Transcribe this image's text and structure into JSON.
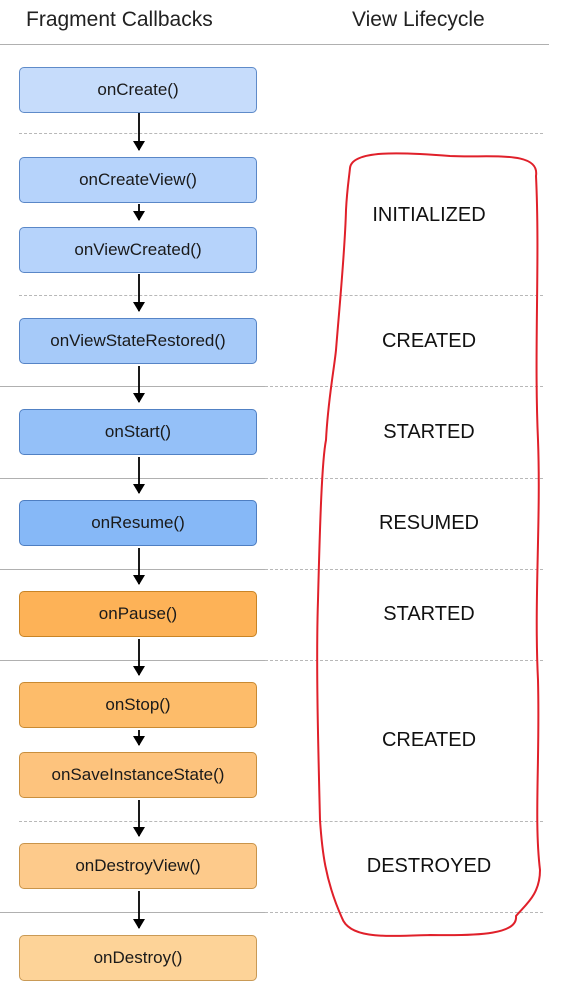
{
  "headers": {
    "fragment_callbacks": "Fragment Callbacks",
    "view_lifecycle": "View Lifecycle"
  },
  "callbacks": [
    "onCreate()",
    "onCreateView()",
    "onViewCreated()",
    "onViewStateRestored()",
    "onStart()",
    "onResume()",
    "onPause()",
    "onStop()",
    "onSaveInstanceState()",
    "onDestroyView()",
    "onDestroy()"
  ],
  "view_states": [
    "INITIALIZED",
    "CREATED",
    "STARTED",
    "RESUMED",
    "STARTED",
    "CREATED",
    "DESTROYED"
  ],
  "colors": {
    "highlight_outline": "#e0202a",
    "arrow": "#000000"
  }
}
